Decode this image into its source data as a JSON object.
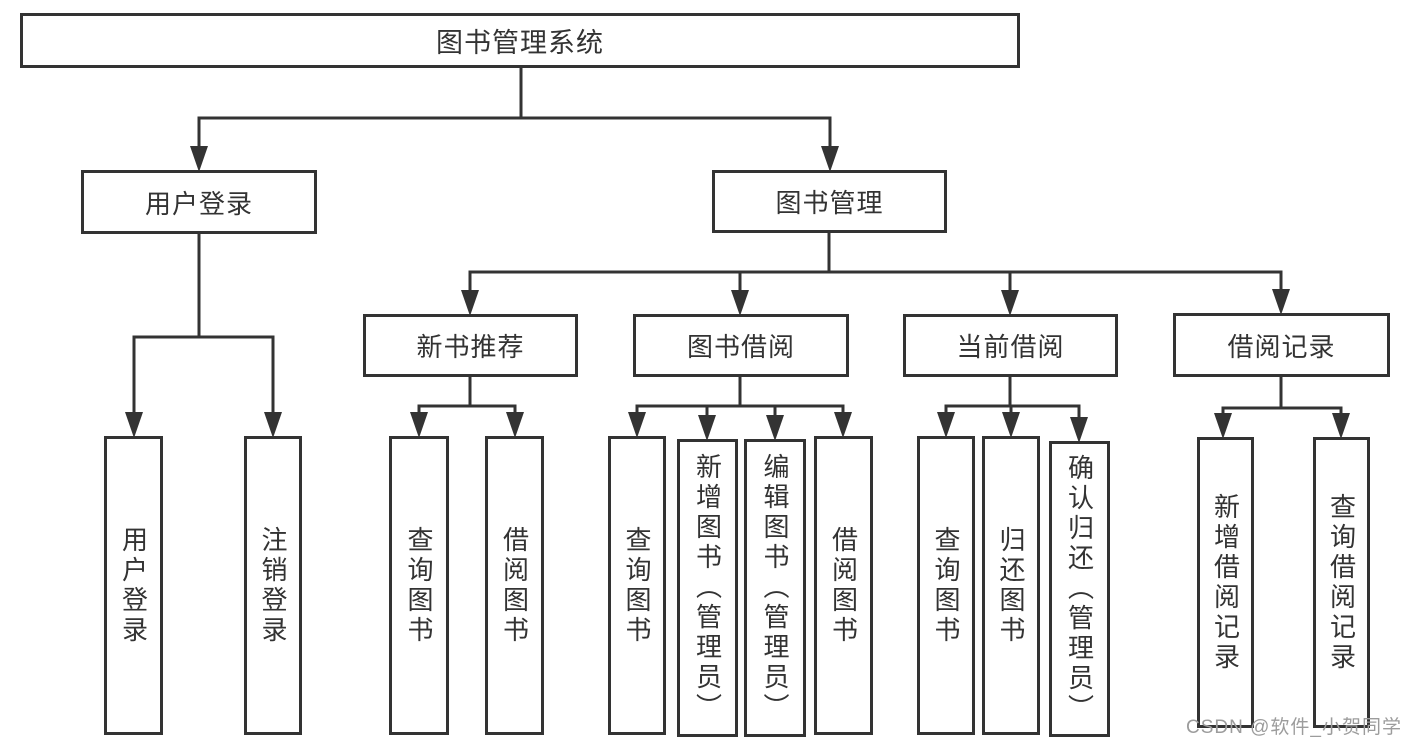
{
  "diagram": {
    "title": "图书管理系统",
    "login_branch": {
      "label": "用户登录",
      "leaves": [
        "用户登录",
        "注销登录"
      ]
    },
    "mgmt_branch": {
      "label": "图书管理",
      "modules": [
        {
          "label": "新书推荐",
          "leaves": [
            "查询图书",
            "借阅图书"
          ]
        },
        {
          "label": "图书借阅",
          "leaves": [
            "查询图书",
            "新增图书（管理员）",
            "编辑图书（管理员）",
            "借阅图书"
          ]
        },
        {
          "label": "当前借阅",
          "leaves": [
            "查询图书",
            "归还图书",
            "确认归还（管理员）"
          ]
        },
        {
          "label": "借阅记录",
          "leaves": [
            "新增借阅记录",
            "查询借阅记录"
          ]
        }
      ]
    }
  },
  "watermark": {
    "text": "CSDN @软件_小贺同学"
  },
  "colors": {
    "line": "#333333",
    "text": "#333333",
    "watermark": "#9c9c9c",
    "background": "#ffffff"
  }
}
